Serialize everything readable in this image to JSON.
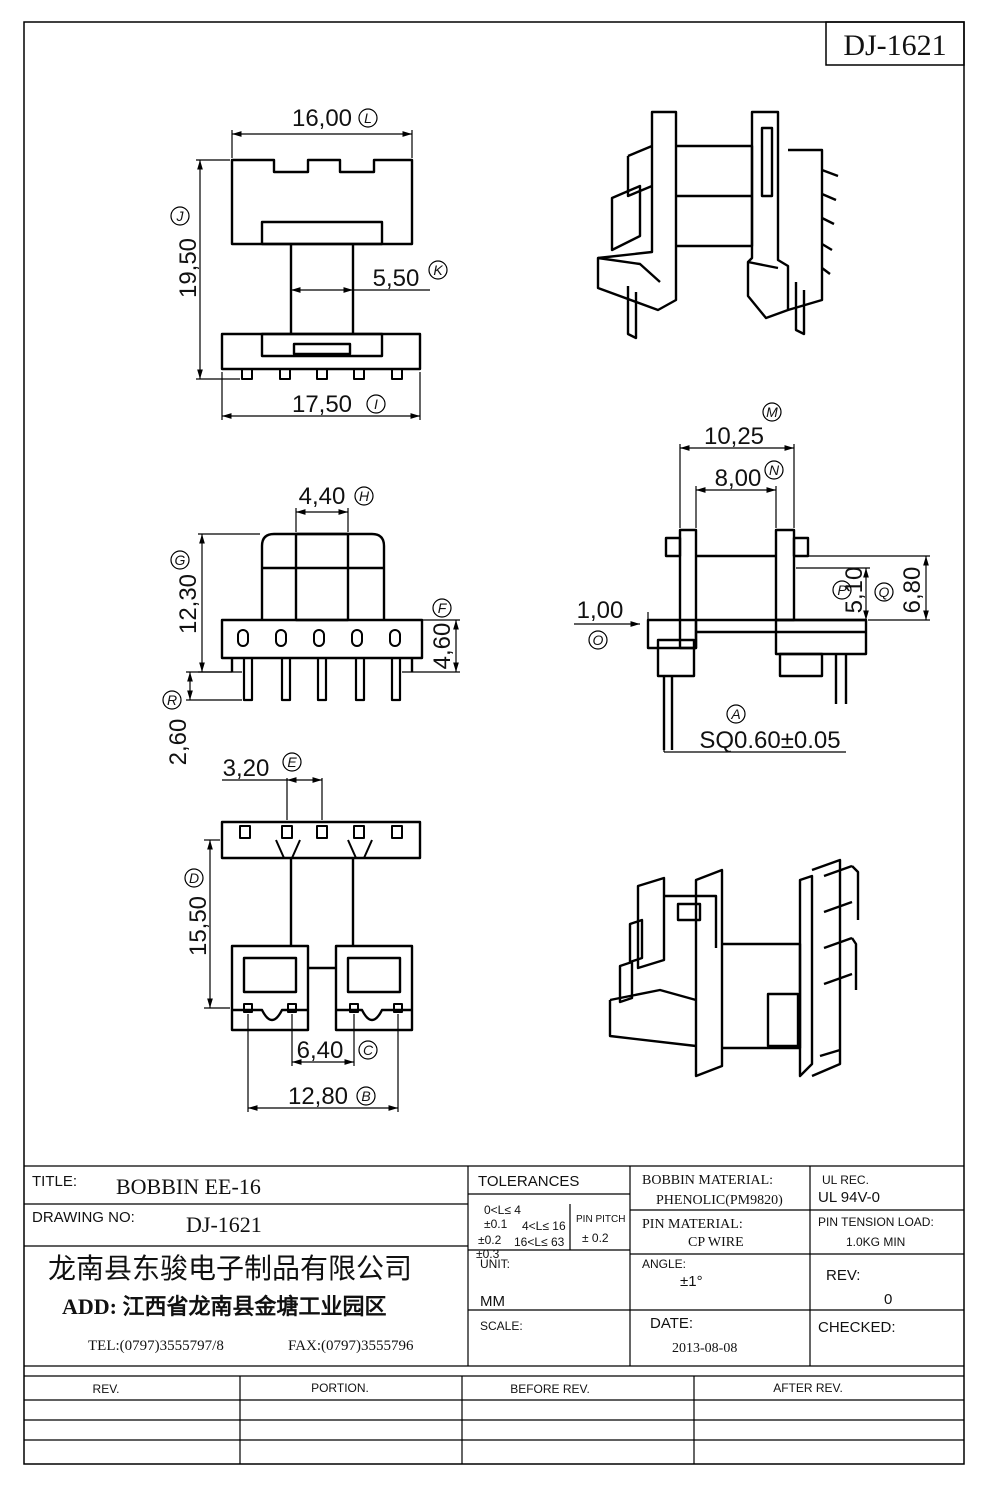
{
  "drawing_id": "DJ-1621",
  "dims": {
    "top_width": "16,00",
    "top_width_tag": "L",
    "top_height": "19,50",
    "top_height_tag": "J",
    "core_width": "5,50",
    "core_width_tag": "K",
    "base_width": "17,50",
    "base_width_tag": "I",
    "center_width": "4,40",
    "center_width_tag": "H",
    "front_height": "12,30",
    "front_height_tag": "G",
    "base_height": "4,60",
    "base_height_tag": "F",
    "pin_length": "2,60",
    "pin_length_tag": "R",
    "pin_pitch": "3,20",
    "pin_pitch_tag": "E",
    "bottom_depth": "15,50",
    "bottom_depth_tag": "D",
    "pin_row_inner": "6,40",
    "pin_row_inner_tag": "C",
    "pin_row_outer": "12,80",
    "pin_row_outer_tag": "B",
    "side_outer": "10,25",
    "side_outer_tag": "M",
    "side_inner": "8,00",
    "side_inner_tag": "N",
    "side_step": "5,10",
    "side_step_tag": "P",
    "side_height": "6,80",
    "side_height_tag": "Q",
    "flange": "1,00",
    "flange_tag": "O",
    "pin_size": "SQ0.60±0.05",
    "pin_size_tag": "A"
  },
  "title_block": {
    "title_label": "TITLE:",
    "title_value": "BOBBIN EE-16",
    "drawing_no_label": "DRAWING NO:",
    "drawing_no_value": "DJ-1621",
    "company": "龙南县东骏电子制品有限公司",
    "address": "ADD: 江西省龙南县金塘工业园区",
    "tel": "TEL:(0797)3555797/8",
    "fax": "FAX:(0797)3555796",
    "tolerances_label": "TOLERANCES",
    "tol_row1": "0<L≤  4",
    "tol_row2": "4<L≤  16",
    "tol_row3": "16<L≤  63",
    "tol_val1": "±0.1",
    "tol_val2": "±0.2",
    "tol_val3": "±0.3",
    "pin_pitch_label": "PIN PITCH",
    "pin_pitch_tol": "± 0.2",
    "unit_label": "UNIT:",
    "unit_value": "MM",
    "scale_label": "SCALE:",
    "bobbin_material_label": "BOBBIN MATERIAL:",
    "bobbin_material_value": "PHENOLIC(PM9820)",
    "pin_material_label": "PIN MATERIAL:",
    "pin_material_value": "CP WIRE",
    "angle_label": "ANGLE:",
    "angle_value": "±1°",
    "date_label": "DATE:",
    "date_value": "2013-08-08",
    "ul_label": "UL REC.",
    "ul_value": "UL 94V-0",
    "pin_tension_label": "PIN TENSION LOAD:",
    "pin_tension_value": "1.0KG MIN",
    "rev_label": "REV:",
    "rev_value": "0",
    "checked_label": "CHECKED:"
  },
  "revision_table": {
    "headers": [
      "REV.",
      "PORTION.",
      "BEFORE REV.",
      "AFTER REV."
    ]
  }
}
